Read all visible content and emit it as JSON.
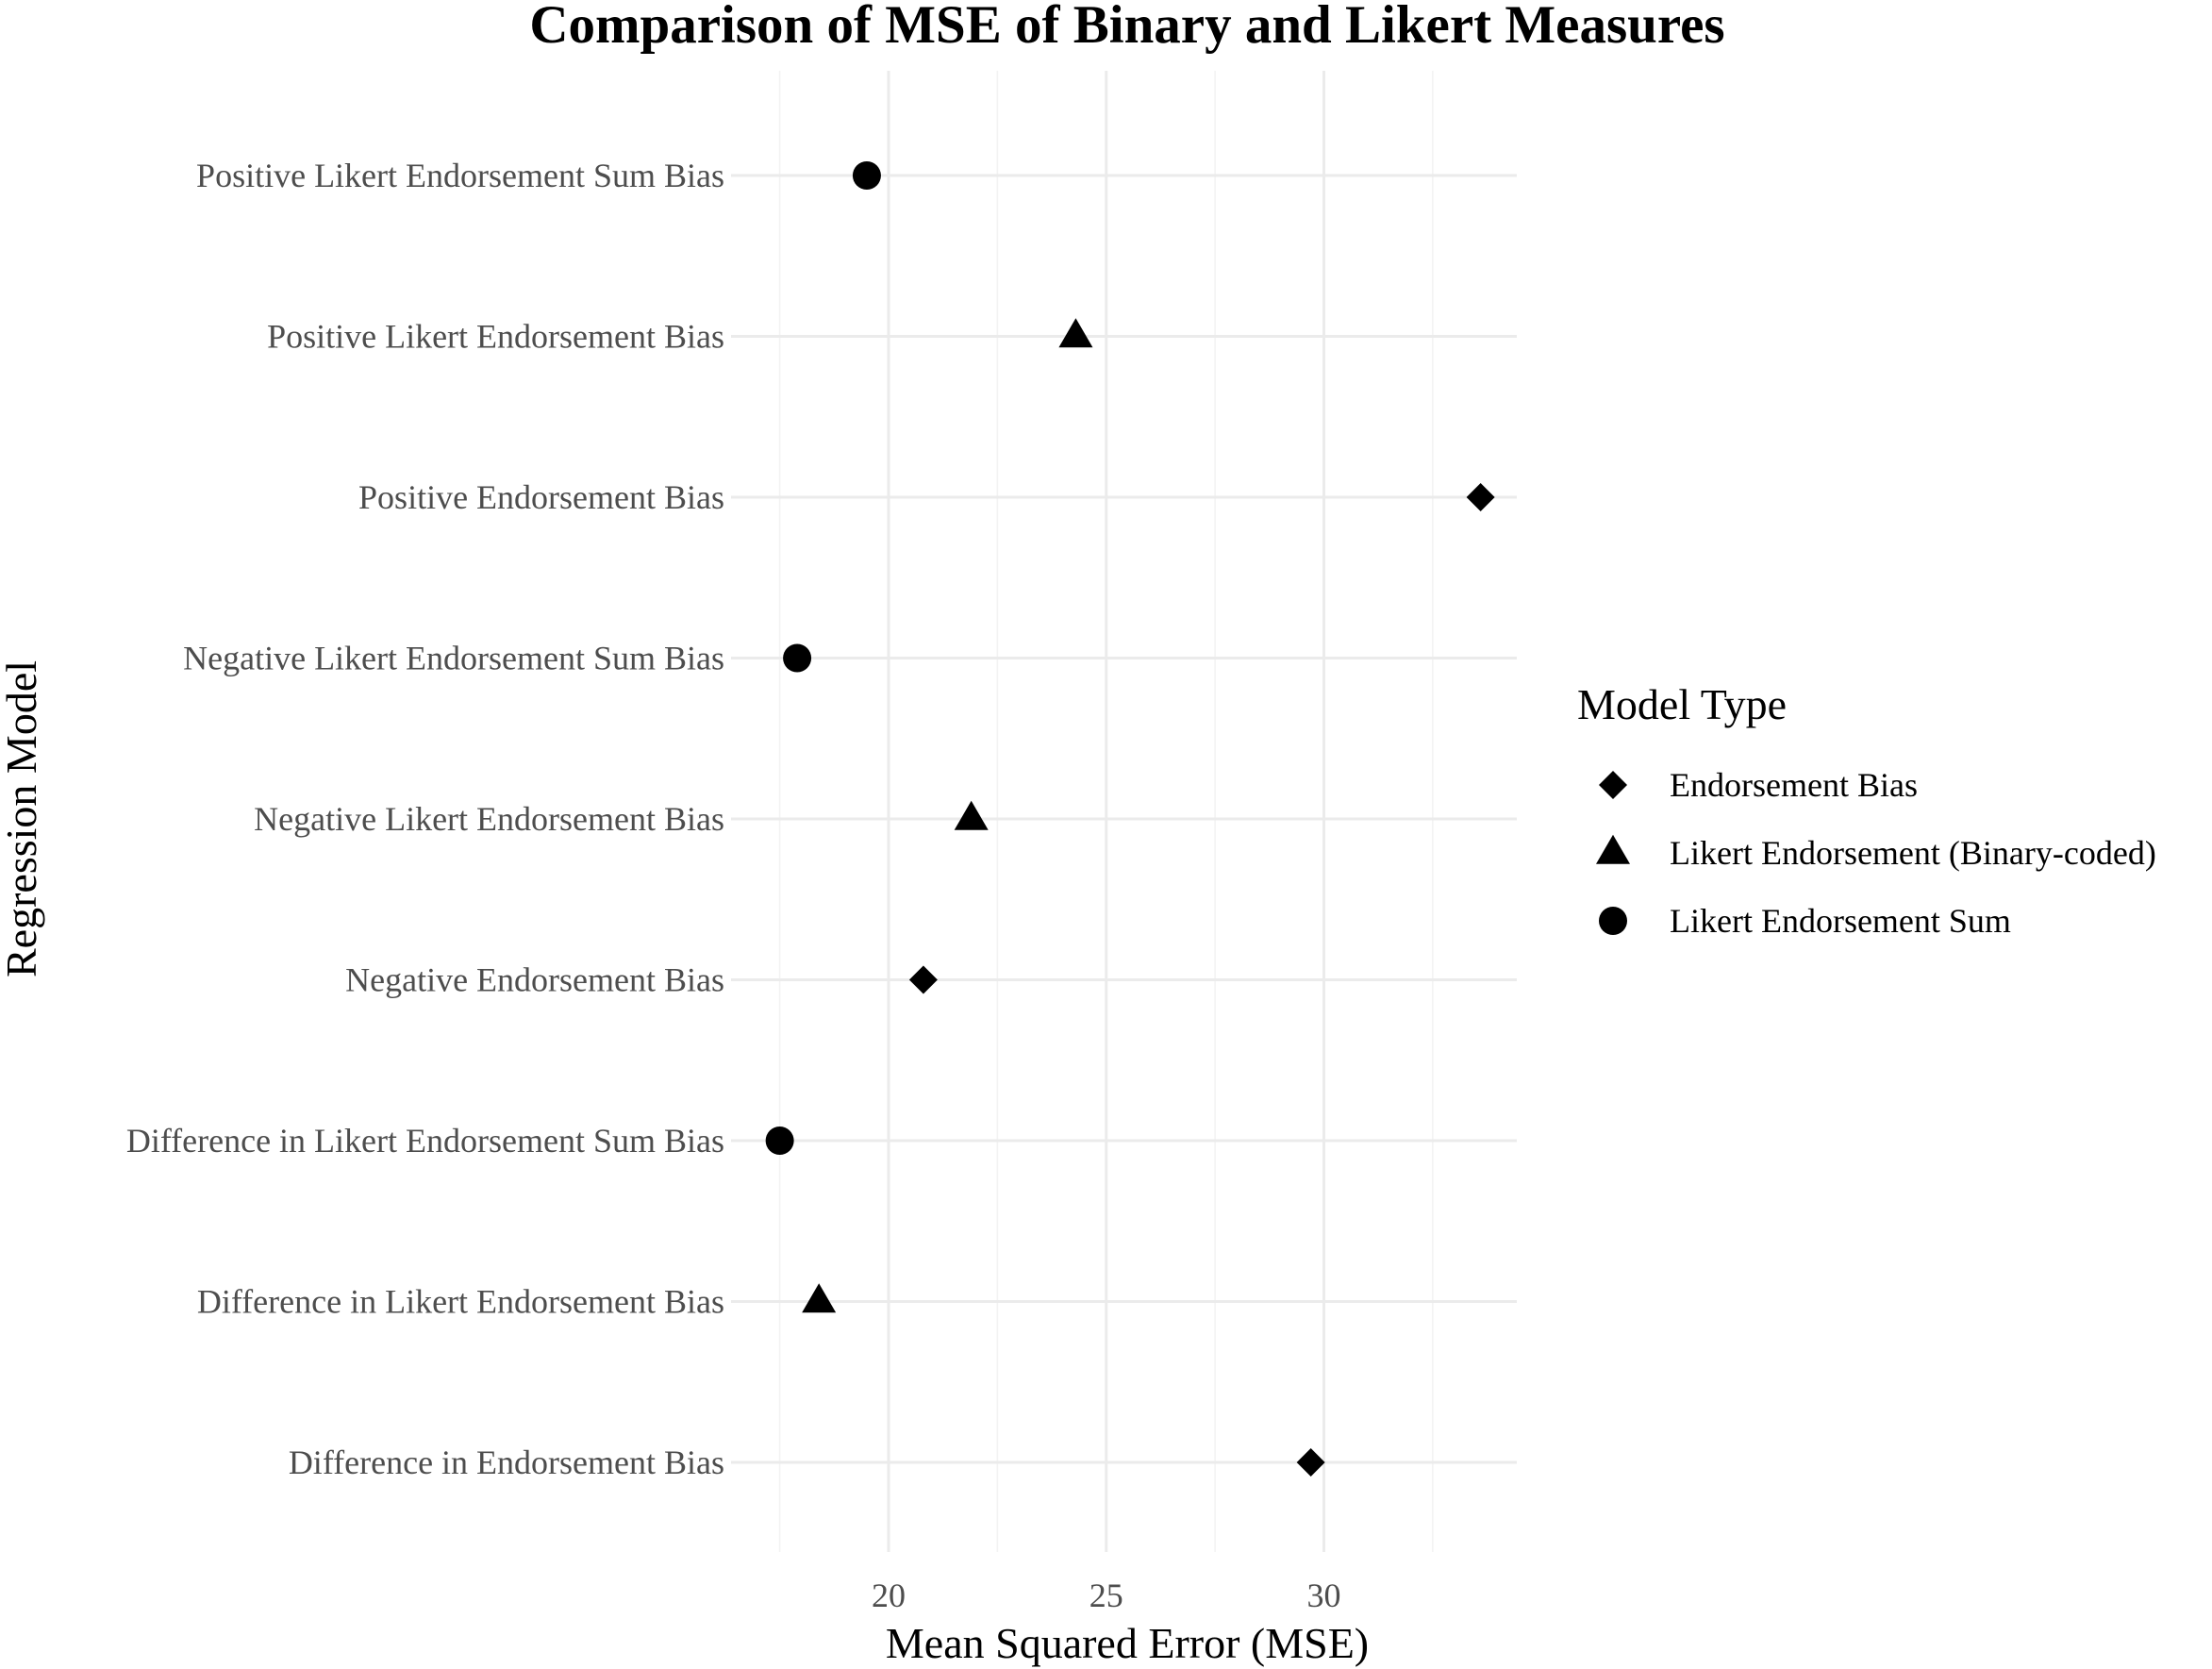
{
  "chart_data": {
    "type": "scatter",
    "title": "Comparison of MSE of Binary and Likert Measures",
    "xlabel": "Mean Squared Error (MSE)",
    "ylabel": "Regression Model",
    "xlim": [
      16.5,
      34.5
    ],
    "xticks": [
      20,
      25,
      30
    ],
    "grid": true,
    "legend": {
      "title": "Model Type",
      "position": "right",
      "entries": [
        {
          "label": "Endorsement Bias",
          "shape": "diamond"
        },
        {
          "label": "Likert Endorsement (Binary-coded)",
          "shape": "triangle"
        },
        {
          "label": "Likert Endorsement Sum",
          "shape": "circle"
        }
      ]
    },
    "categories": [
      "Positive Likert Endorsement Sum Bias",
      "Positive Likert Endorsement Bias",
      "Positive Endorsement Bias",
      "Negative Likert Endorsement Sum Bias",
      "Negative Likert Endorsement Bias",
      "Negative Endorsement Bias",
      "Difference in Likert Endorsement Sum Bias",
      "Difference in Likert Endorsement Bias",
      "Difference in Endorsement Bias"
    ],
    "points": [
      {
        "category": "Positive Likert Endorsement Sum Bias",
        "value": 19.5,
        "type": "Likert Endorsement Sum"
      },
      {
        "category": "Positive Likert Endorsement Bias",
        "value": 24.3,
        "type": "Likert Endorsement (Binary-coded)"
      },
      {
        "category": "Positive Endorsement Bias",
        "value": 33.6,
        "type": "Endorsement Bias"
      },
      {
        "category": "Negative Likert Endorsement Sum Bias",
        "value": 17.9,
        "type": "Likert Endorsement Sum"
      },
      {
        "category": "Negative Likert Endorsement Bias",
        "value": 21.9,
        "type": "Likert Endorsement (Binary-coded)"
      },
      {
        "category": "Negative Endorsement Bias",
        "value": 20.8,
        "type": "Endorsement Bias"
      },
      {
        "category": "Difference in Likert Endorsement Sum Bias",
        "value": 17.5,
        "type": "Likert Endorsement Sum"
      },
      {
        "category": "Difference in Likert Endorsement Bias",
        "value": 18.4,
        "type": "Likert Endorsement (Binary-coded)"
      },
      {
        "category": "Difference in Endorsement Bias",
        "value": 29.7,
        "type": "Endorsement Bias"
      }
    ]
  }
}
